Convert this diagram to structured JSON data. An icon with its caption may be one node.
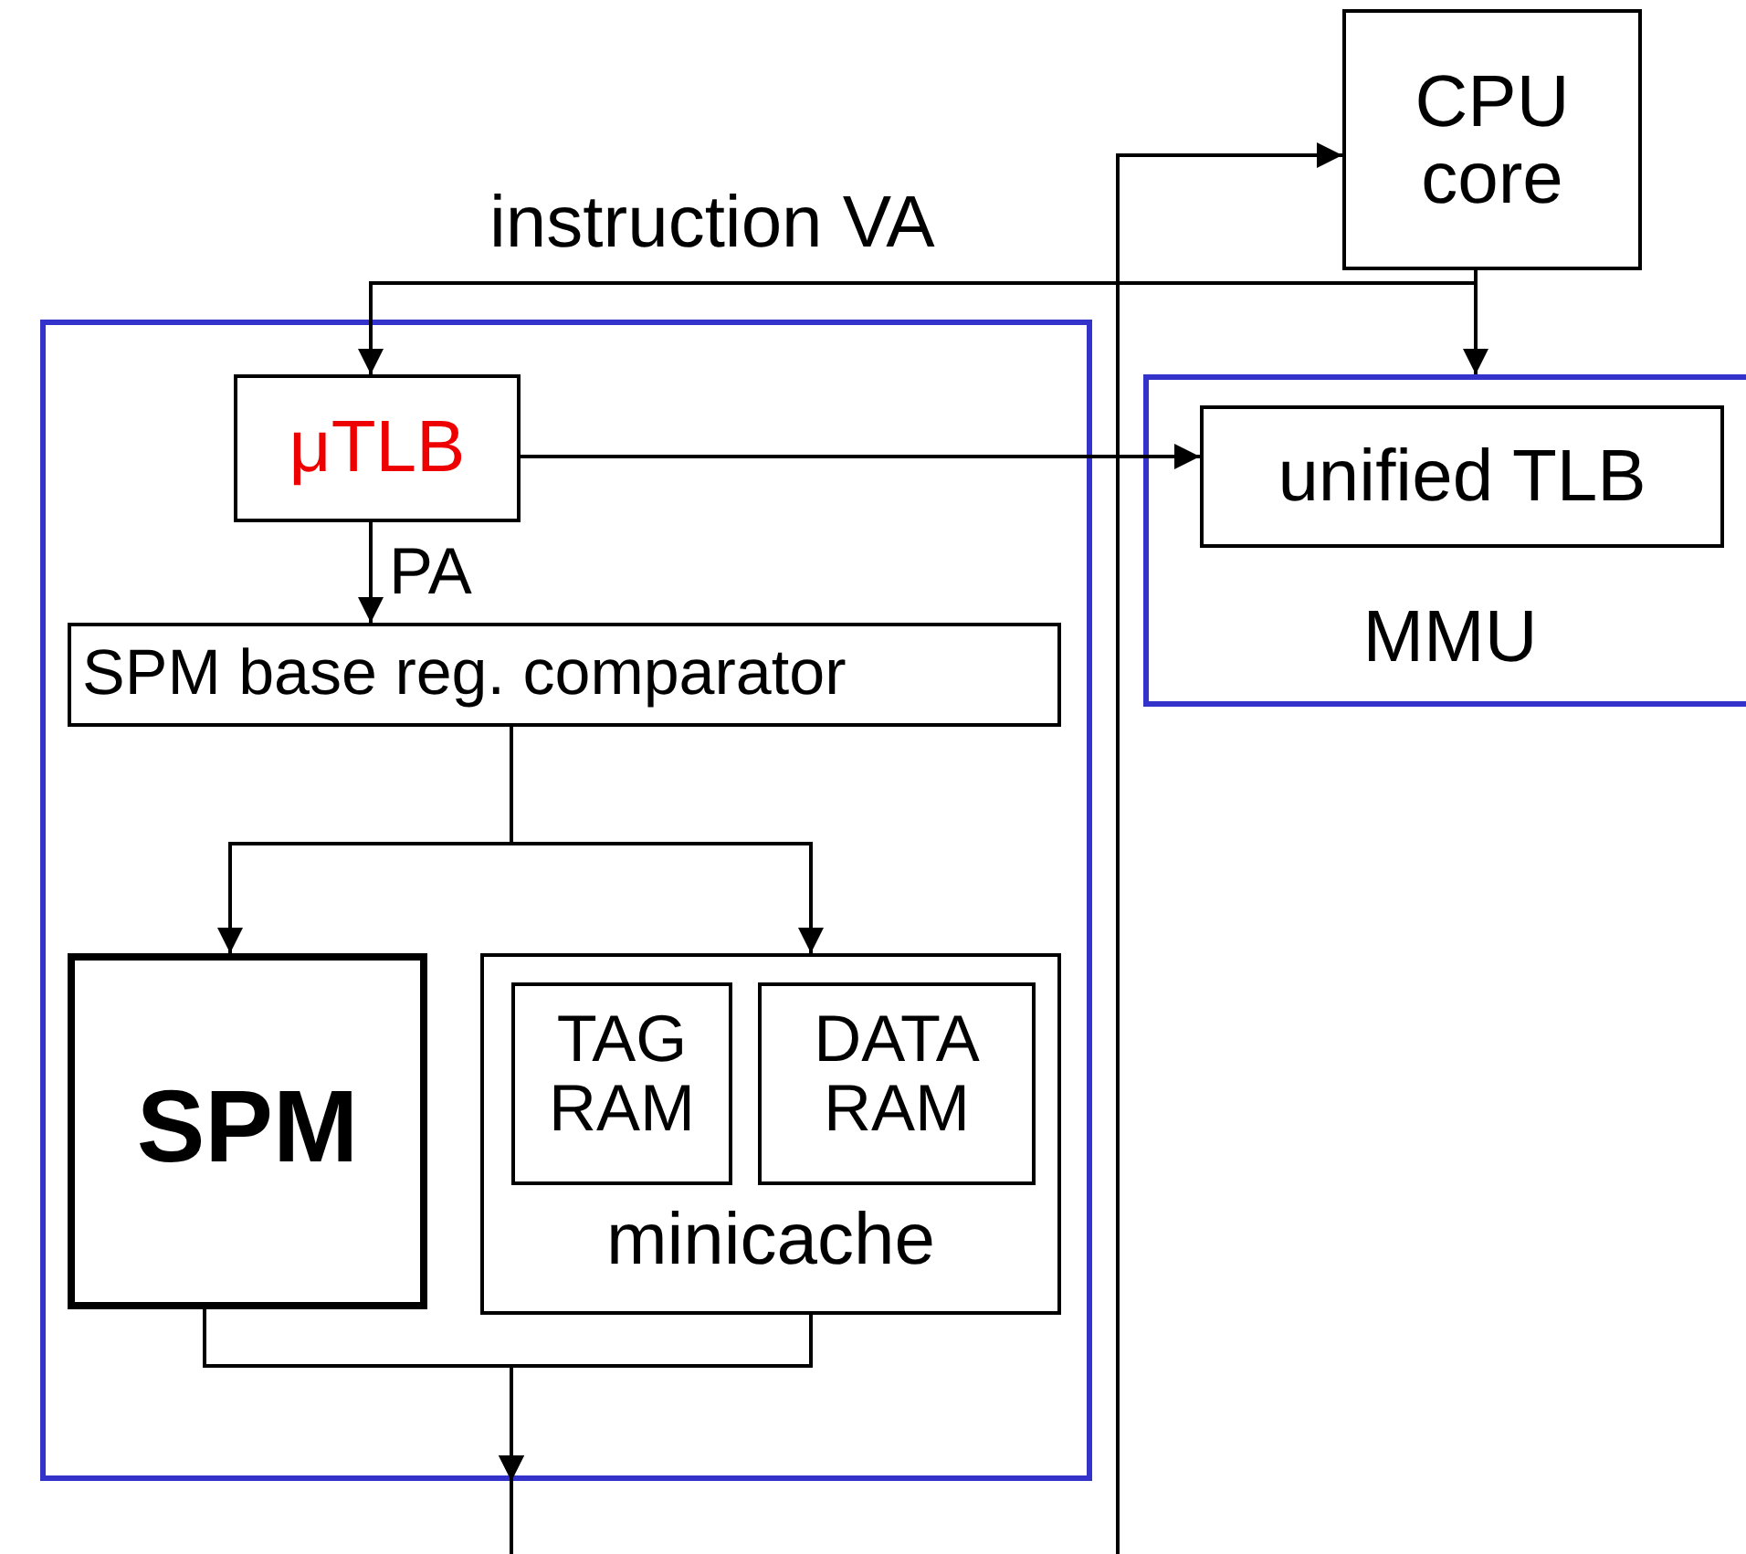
{
  "diagram": {
    "nodes": [
      {
        "text": [
          "CPU core"
        ]
      },
      {
        "text": [],
        "shape": "box"
      },
      {
        "text": [
          "μTLB"
        ],
        "in": 1
      },
      {
        "text": [
          "SPM base reg. comparator"
        ],
        "in": 1
      },
      {
        "text": [
          "SPM"
        ],
        "in": 1
      },
      {
        "text": [
          "minicache"
        ],
        "in": 1
      },
      {
        "text": [
          "TAG RAM"
        ],
        "in": 5
      },
      {
        "text": [
          "DATA RAM"
        ],
        "in": 5
      },
      {
        "text": [
          "MMU"
        ]
      },
      {
        "text": [
          "unified TLB"
        ],
        "in": 8
      }
    ],
    "edges": [
      {
        "from": 0,
        "to": 2,
        "arrow": "to",
        "label": "instruction VA"
      },
      {
        "from": 0,
        "to": 8,
        "arrow": "to"
      },
      {
        "from": 2,
        "to": 9,
        "arrow": "to"
      },
      {
        "from": 2,
        "to": 3,
        "arrow": "to",
        "label": "PA"
      },
      {
        "from": 3,
        "to": 4,
        "arrow": "to"
      },
      {
        "from": 3,
        "to": 5,
        "arrow": "to"
      },
      {
        "from": 4,
        "to": 1,
        "arrow": "to"
      },
      {
        "from": 5,
        "to": 1,
        "arrow": "to"
      },
      {
        "from": 1,
        "to": null,
        "arrow": "none"
      },
      {
        "from": null,
        "to": 0,
        "arrow": "to"
      }
    ]
  }
}
